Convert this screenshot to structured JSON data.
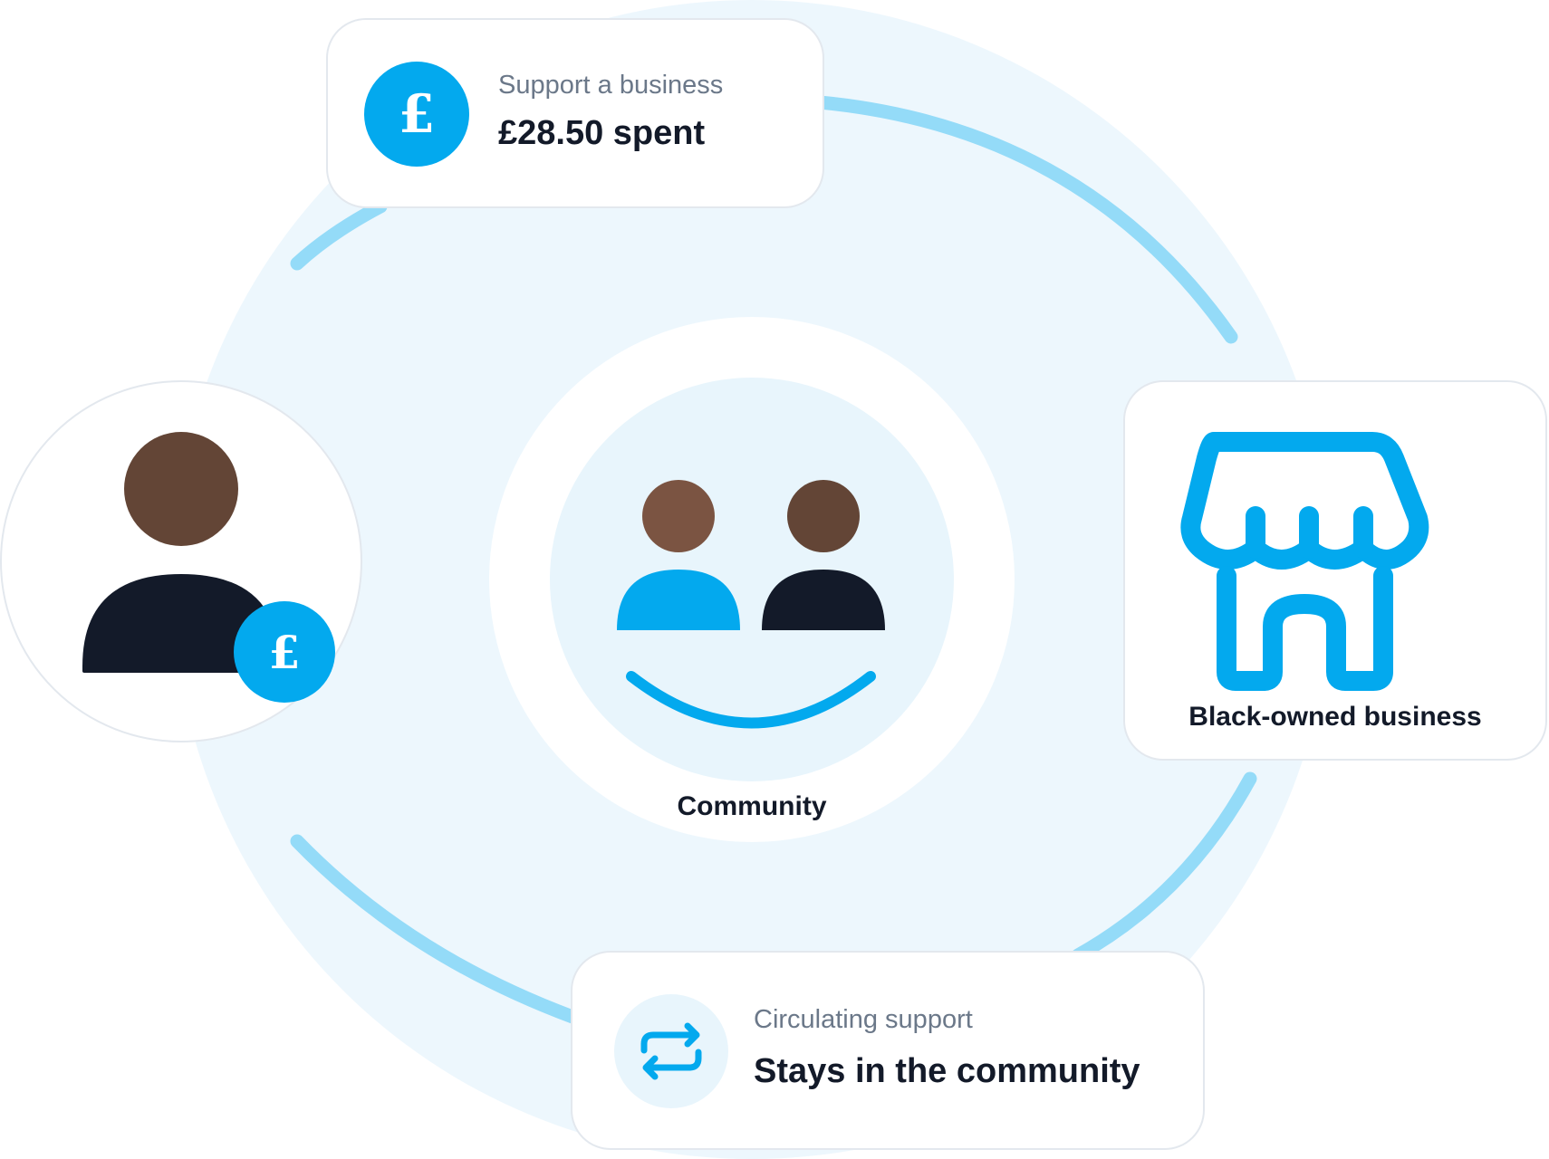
{
  "colors": {
    "accent": "#03a9ee",
    "accent_light": "#94dbf8",
    "halo": "#edf7fd",
    "inner_disc": "#e8f5fc",
    "text_dark": "#131a29",
    "text_muted": "#6b7889",
    "skin_dark": "#634536",
    "skin_medium": "#7b5442",
    "body_dark": "#131a29"
  },
  "spend_card": {
    "caption": "Support a business",
    "value": "£28.50 spent",
    "icon": "pound-icon",
    "icon_glyph": "£"
  },
  "person": {
    "icon": "person-icon",
    "badge_icon": "pound-icon",
    "badge_glyph": "£"
  },
  "community": {
    "label": "Community",
    "icon": "community-smile-icon"
  },
  "business": {
    "label": "Black-owned business",
    "icon": "storefront-icon"
  },
  "circulation_card": {
    "caption": "Circulating support",
    "value": "Stays in the community",
    "icon": "repeat-arrows-icon"
  }
}
